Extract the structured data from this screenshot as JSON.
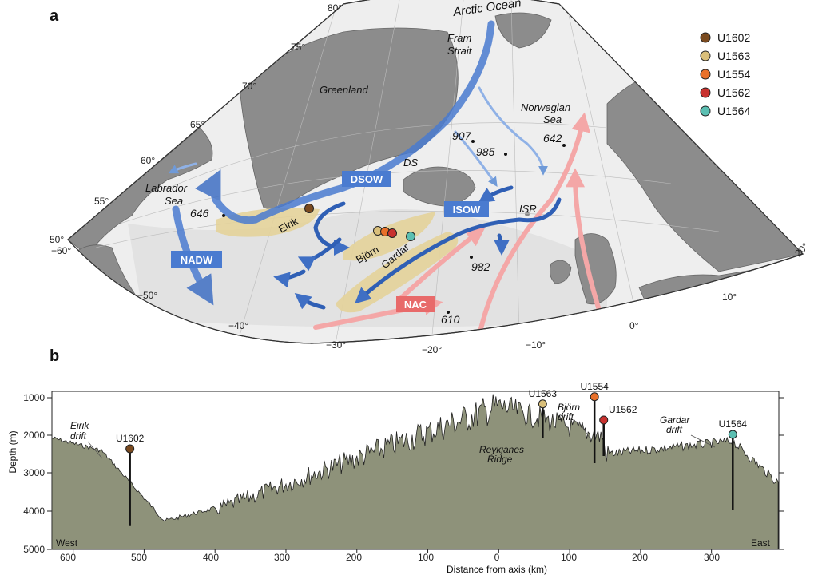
{
  "panels": {
    "a": "a",
    "b": "b"
  },
  "map": {
    "labels": {
      "arctic_ocean": "Arctic Ocean",
      "fram_strait_1": "Fram",
      "fram_strait_2": "Strait",
      "greenland": "Greenland",
      "norwegian_sea_1": "Norwegian",
      "norwegian_sea_2": "Sea",
      "labrador_sea_1": "Labrador",
      "labrador_sea_2": "Sea",
      "ds": "DS",
      "isr": "ISR",
      "eirik": "Eirik",
      "bjorn": "Björn",
      "gardar": "Gardar"
    },
    "currents": {
      "dsow": "DSOW",
      "isow": "ISOW",
      "nadw": "NADW",
      "nac": "NAC"
    },
    "odp_sites": [
      "907",
      "985",
      "642",
      "646",
      "982",
      "610"
    ],
    "lat_ticks": [
      "80°",
      "75°",
      "70°",
      "65°",
      "60°",
      "55°",
      "50°"
    ],
    "lon_ticks": [
      "−60°",
      "−50°",
      "−40°",
      "−30°",
      "−20°",
      "−10°",
      "0°",
      "10°",
      "20°"
    ],
    "colors": {
      "land": "#8c8c8c",
      "ocean": "#f2f2f2",
      "deep_current": "#3f6fc4",
      "shallow_current": "#f4a7a7",
      "drift": "#e4d39a"
    }
  },
  "legend": [
    {
      "label": "U1602",
      "color": "#7a4a1f"
    },
    {
      "label": "U1563",
      "color": "#d9bf7a"
    },
    {
      "label": "U1554",
      "color": "#e8702a"
    },
    {
      "label": "U1562",
      "color": "#c8322f"
    },
    {
      "label": "U1564",
      "color": "#5bbfb2"
    }
  ],
  "profile": {
    "y_axis_label": "Depth (m)",
    "x_axis_label": "Distance from axis (km)",
    "y_ticks": [
      "1000",
      "2000",
      "3000",
      "4000",
      "5000"
    ],
    "x_ticks": [
      "600",
      "500",
      "400",
      "300",
      "200",
      "100",
      "0",
      "100",
      "200",
      "300"
    ],
    "west": "West",
    "east": "East",
    "eirik_drift_1": "Eirik",
    "eirik_drift_2": "drift",
    "bjorn_drift_1": "Björn",
    "bjorn_drift_2": "drift",
    "gardar_drift_1": "Gardar",
    "gardar_drift_2": "drift",
    "reykjanes_1": "Reykjanes",
    "reykjanes_2": "Ridge",
    "sites": [
      {
        "label": "U1602",
        "color": "#7a4a1f",
        "distance_km": -520,
        "top_depth_m": 2200,
        "bottom_depth_m": 4350
      },
      {
        "label": "U1563",
        "color": "#d9bf7a",
        "distance_km": 62,
        "top_depth_m": 950,
        "bottom_depth_m": 1900
      },
      {
        "label": "U1554",
        "color": "#e8702a",
        "distance_km": 135,
        "top_depth_m": 750,
        "bottom_depth_m": 2600
      },
      {
        "label": "U1562",
        "color": "#c8322f",
        "distance_km": 148,
        "top_depth_m": 1400,
        "bottom_depth_m": 2400
      },
      {
        "label": "U1564",
        "color": "#5bbfb2",
        "distance_km": 330,
        "top_depth_m": 1800,
        "bottom_depth_m": 3900
      }
    ]
  }
}
